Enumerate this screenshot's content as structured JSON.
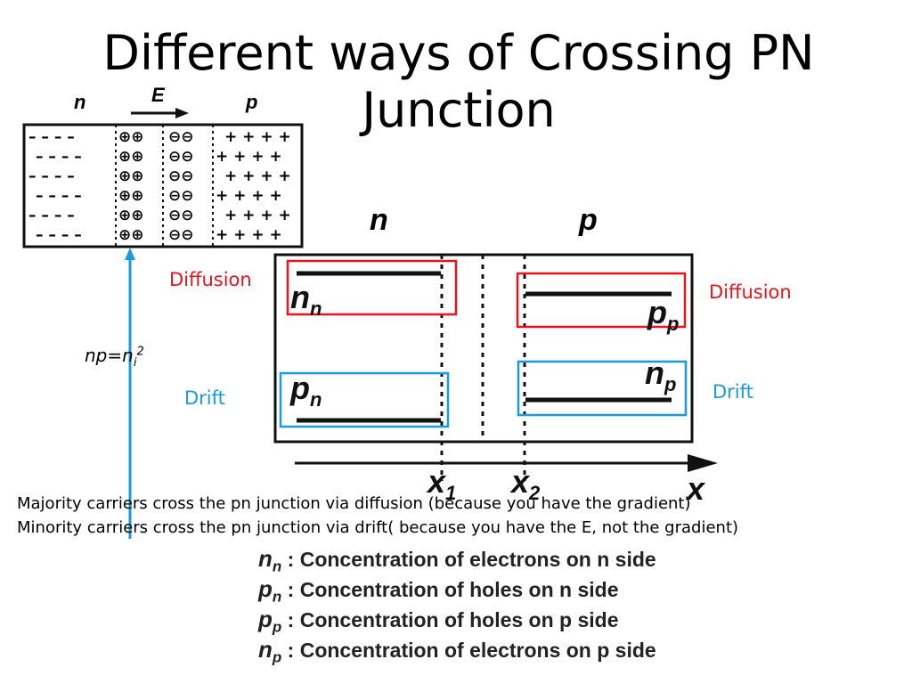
{
  "title": "Different ways of Crossing PN Junction",
  "junction_inset": {
    "n_label": "n",
    "e_label": "E",
    "p_label": "p",
    "rows": [
      {
        "n_side": "– – – –",
        "pos_ions": "⊕⊕",
        "neg_ions": "⊖⊖",
        "p_side": "+ + + +"
      },
      {
        "n_side": "– – – –",
        "pos_ions": "⊕⊕",
        "neg_ions": "⊖⊖",
        "p_side": "+ + + +"
      },
      {
        "n_side": "– – – –",
        "pos_ions": "⊕⊕",
        "neg_ions": "⊖⊖",
        "p_side": "+ + + +"
      },
      {
        "n_side": "– – – –",
        "pos_ions": "⊕⊕",
        "neg_ions": "⊖⊖",
        "p_side": "+ + + +"
      },
      {
        "n_side": "– – – –",
        "pos_ions": "⊕⊕",
        "neg_ions": "⊖⊖",
        "p_side": "+ + + +"
      },
      {
        "n_side": "– – – –",
        "pos_ions": "⊕⊕",
        "neg_ions": "⊖⊖",
        "p_side": "+ + + +"
      }
    ]
  },
  "equation": {
    "lhs": "np=n",
    "sub": "i",
    "sup": "2"
  },
  "diagram": {
    "n_label": "n",
    "p_label": "p",
    "nn": {
      "base": "n",
      "sub": "n"
    },
    "pp": {
      "base": "p",
      "sub": "p"
    },
    "pn": {
      "base": "p",
      "sub": "n"
    },
    "np": {
      "base": "n",
      "sub": "p"
    },
    "x1": {
      "base": "x",
      "sub": "1"
    },
    "x2": {
      "base": "x",
      "sub": "2"
    },
    "x_axis": "x",
    "diffusion_left": "Diffusion",
    "diffusion_right": "Diffusion",
    "drift_left": "Drift",
    "drift_right": "Drift"
  },
  "notes": {
    "majority": "Majority carriers cross the pn junction via diffusion (because you have the gradient)",
    "minority": "Minority carriers cross the pn junction via drift( because you have the E, not the gradient)"
  },
  "legend": [
    {
      "base": "n",
      "sub": "n",
      "text": " : Concentration of electrons on n side"
    },
    {
      "base": "p",
      "sub": "n",
      "text": " : Concentration of holes on n side"
    },
    {
      "base": "p",
      "sub": "p",
      "text": " : Concentration of holes on p side"
    },
    {
      "base": "n",
      "sub": "p",
      "text": " : Concentration of electrons on p side"
    }
  ],
  "colors": {
    "diffusion": "#e8141c",
    "drift": "#1a9be0",
    "line": "#111111"
  }
}
